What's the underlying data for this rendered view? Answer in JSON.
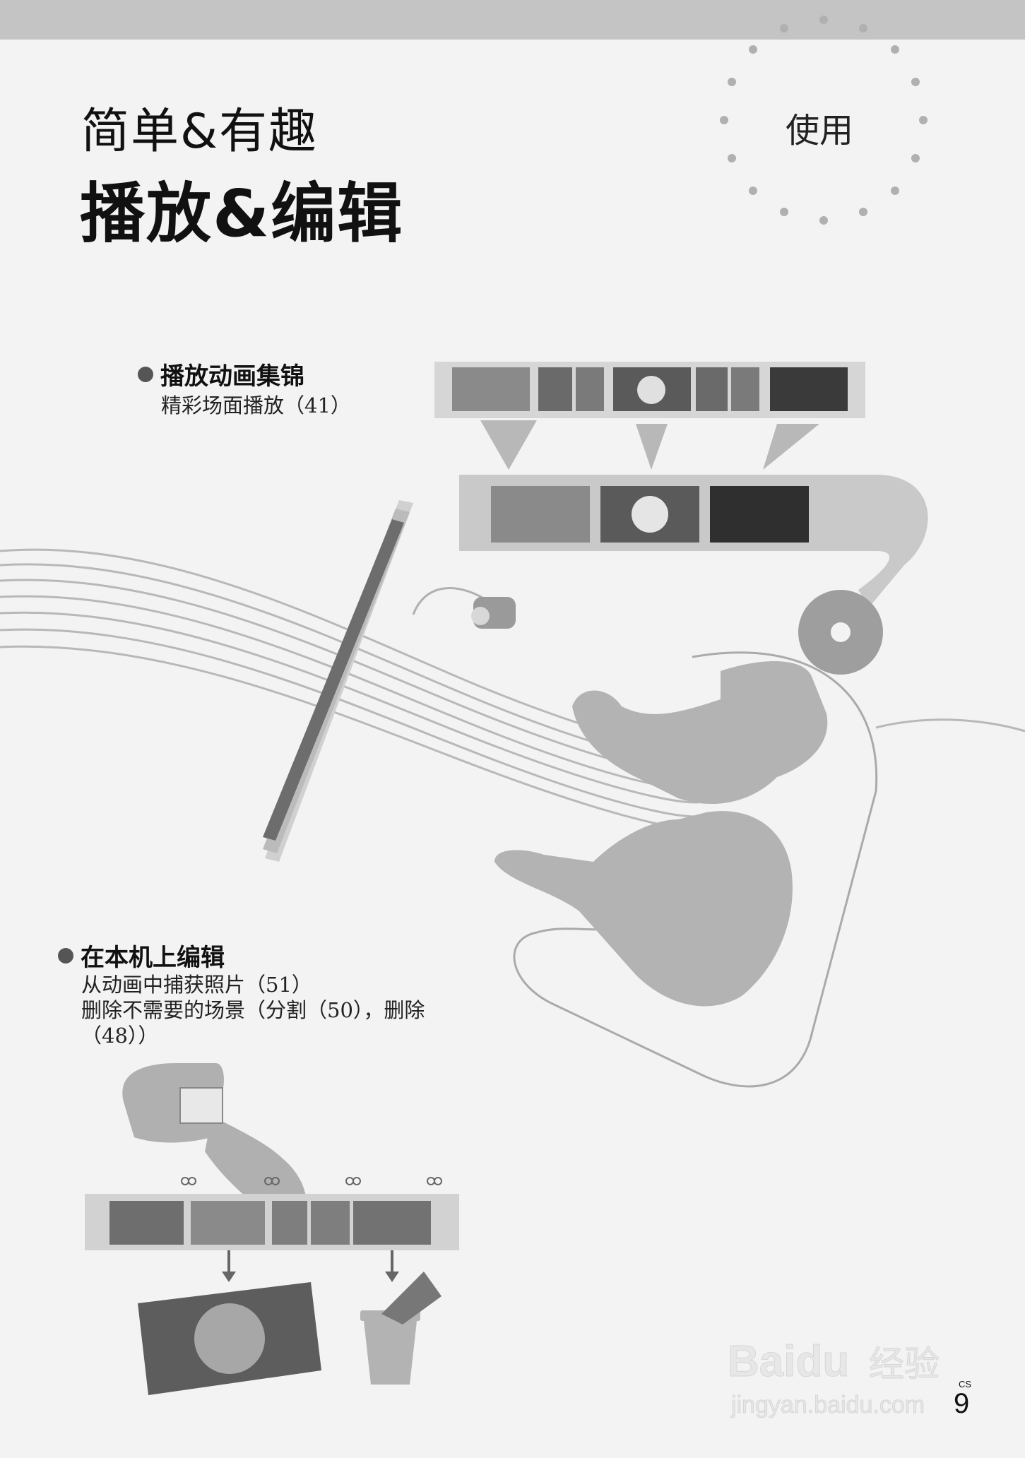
{
  "header": {
    "title_line1": "简单&有趣",
    "title_line2": "播放&编辑",
    "badge_label": "使用"
  },
  "section_playback": {
    "heading": "播放动画集锦",
    "lines": [
      "精彩场面播放（41）"
    ]
  },
  "section_edit": {
    "heading": "在本机上编辑",
    "lines": [
      "从动画中捕获照片（51）",
      "删除不需要的场景（分割（50），删除",
      "（48））"
    ]
  },
  "footer": {
    "page_number": "9",
    "lang_code": "CS"
  },
  "watermark": {
    "brand": "Bai",
    "brand2": "du",
    "brand_suffix": "经验",
    "url": "jingyan.baidu.com"
  },
  "colors": {
    "background": "#f3f3f3",
    "topbar": "#c4c4c4",
    "art_gray": "#b5b5b5",
    "dots": "#b0b0b0"
  },
  "icons": [
    "camcorder-icon",
    "disc-icon",
    "scissors-icon",
    "trash-icon",
    "tv-icon",
    "pointing-hand-icon"
  ]
}
